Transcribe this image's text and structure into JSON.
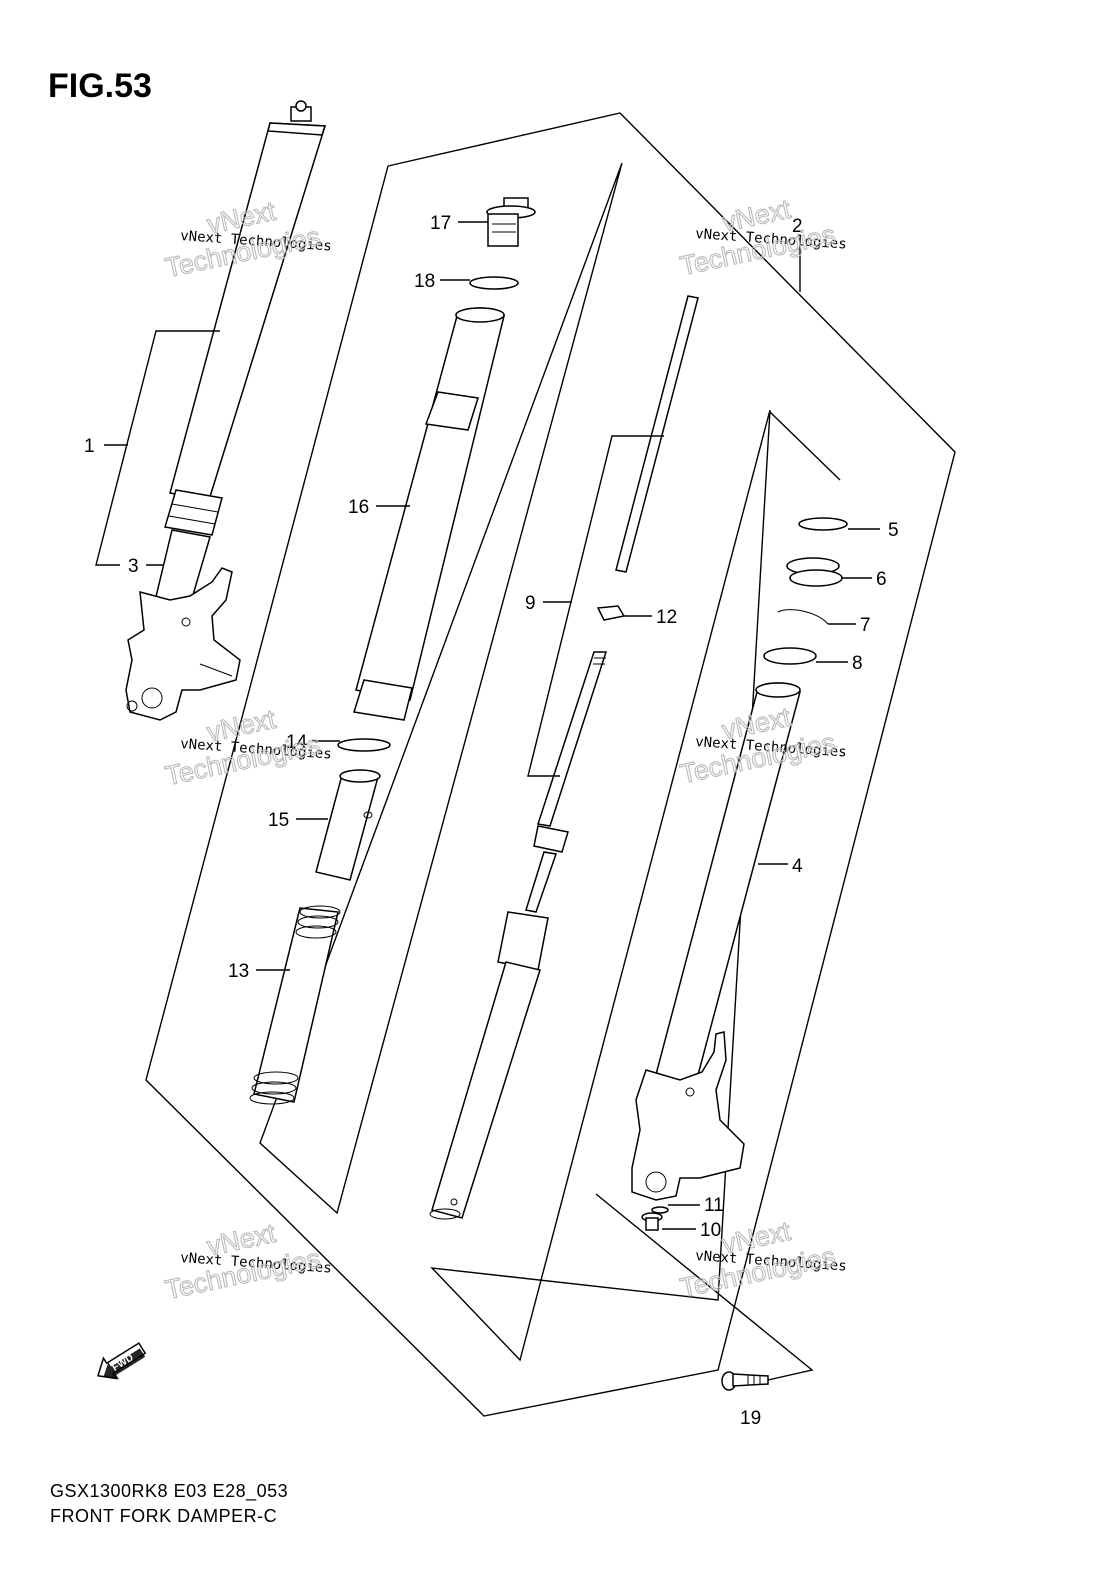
{
  "figure": {
    "title": "FIG.53",
    "model_code": "GSX1300RK8 E03 E28_053",
    "caption": "FRONT FORK DAMPER-C"
  },
  "watermark": {
    "small_text": "vNext Technologies",
    "big_line1": "vNext",
    "big_line2": "Technologies"
  },
  "fwd_label": "FWD",
  "callouts": {
    "c1": "1",
    "c2": "2",
    "c3": "3",
    "c4": "4",
    "c5": "5",
    "c6": "6",
    "c7": "7",
    "c8": "8",
    "c9": "9",
    "c10": "10",
    "c11": "11",
    "c12": "12",
    "c13": "13",
    "c14": "14",
    "c15": "15",
    "c16": "16",
    "c17": "17",
    "c18": "18",
    "c19": "19"
  }
}
